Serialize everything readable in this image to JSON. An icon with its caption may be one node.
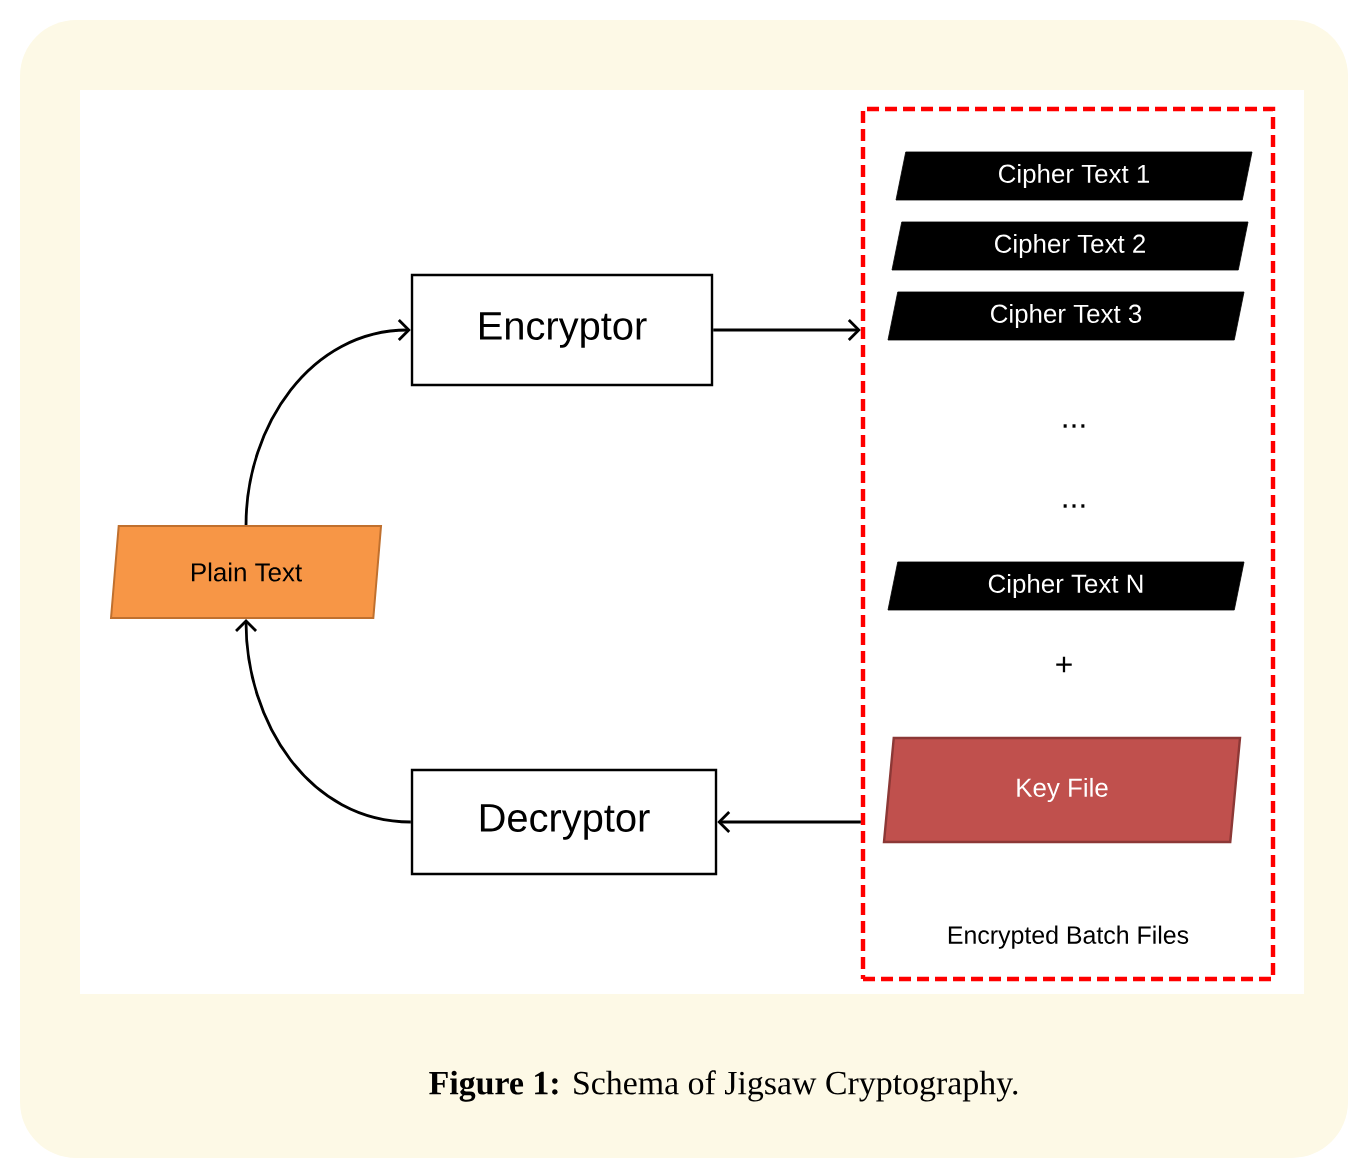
{
  "diagram": {
    "caption": "**Figure 1:** Schema of Jigsaw Cryptography.",
    "nodes": [
      {
        "text": [
          "Plain Text"
        ]
      },
      {
        "text": [
          "Encryptor"
        ]
      },
      {
        "text": [
          "Decryptor"
        ]
      },
      {
        "text": [
          "Encrypted Batch Files"
        ]
      },
      {
        "text": [
          "Cipher Text 1"
        ],
        "in": 3
      },
      {
        "text": [
          "Cipher Text 2"
        ],
        "in": 3
      },
      {
        "text": [
          "Cipher Text 3"
        ],
        "in": 3
      },
      {
        "text": [
          "Cipher Text N"
        ],
        "in": 3
      },
      {
        "text": [
          "Key File"
        ],
        "in": 3
      }
    ],
    "edges": [
      {
        "from": 0,
        "to": 1,
        "arrow": "to"
      },
      {
        "from": 1,
        "to": 3,
        "arrow": "to"
      },
      {
        "from": 3,
        "to": 2,
        "arrow": "to"
      },
      {
        "from": 2,
        "to": 0,
        "arrow": "to"
      }
    ],
    "labels": [
      "...",
      "...",
      "+"
    ]
  }
}
